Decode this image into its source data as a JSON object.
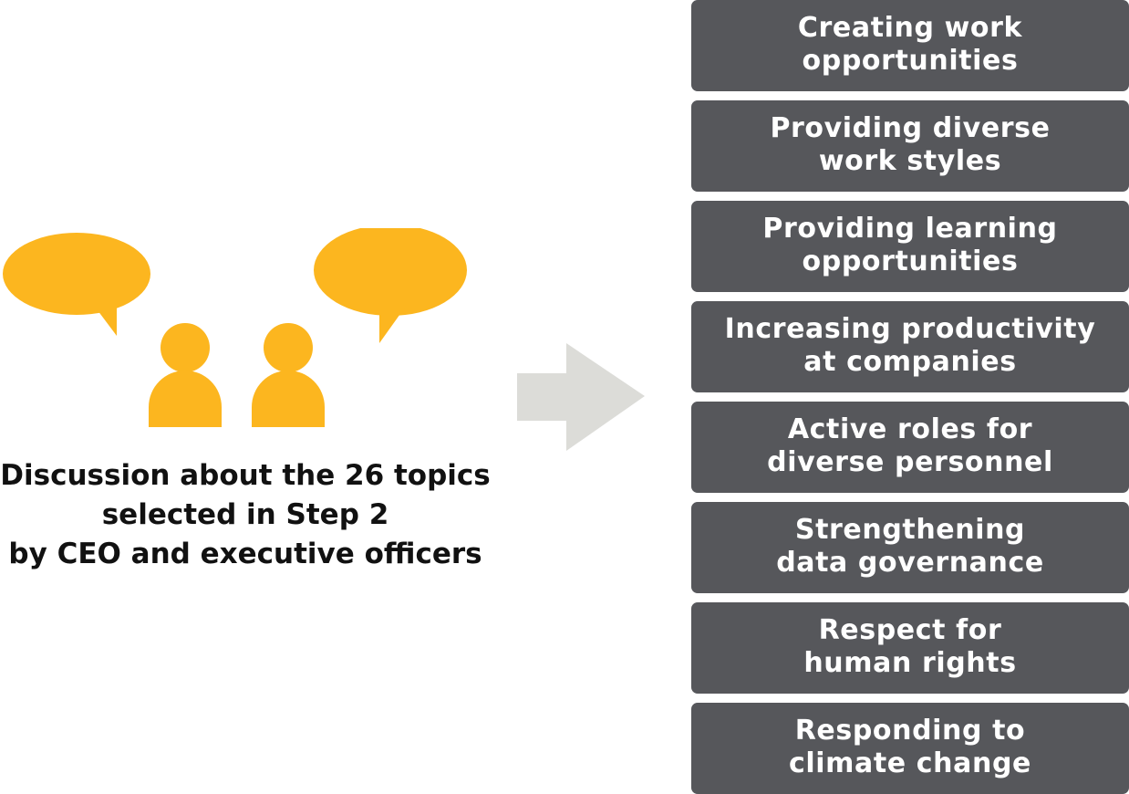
{
  "colors": {
    "accent": "#FCB61F",
    "box_fill": "#56575B",
    "arrow": "#DCDCD8",
    "box_text": "#FFFFFF",
    "caption_text": "#111111"
  },
  "illustration": {
    "icons": [
      "speech-bubble-icon",
      "person-icon",
      "person-icon",
      "speech-bubble-icon"
    ]
  },
  "caption": {
    "lines": [
      "Discussion about the 26 topics",
      "selected in Step 2",
      "by CEO and executive officers"
    ]
  },
  "arrow": {
    "icon": "arrow-right-icon"
  },
  "topics": [
    {
      "line1": "Creating work",
      "line2": "opportunities"
    },
    {
      "line1": "Providing diverse",
      "line2": "work styles"
    },
    {
      "line1": "Providing learning",
      "line2": "opportunities"
    },
    {
      "line1": "Increasing productivity",
      "line2": "at companies"
    },
    {
      "line1": "Active roles for",
      "line2": "diverse personnel"
    },
    {
      "line1": "Strengthening",
      "line2": "data governance"
    },
    {
      "line1": "Respect for",
      "line2": "human rights"
    },
    {
      "line1": "Responding to",
      "line2": "climate change"
    }
  ]
}
